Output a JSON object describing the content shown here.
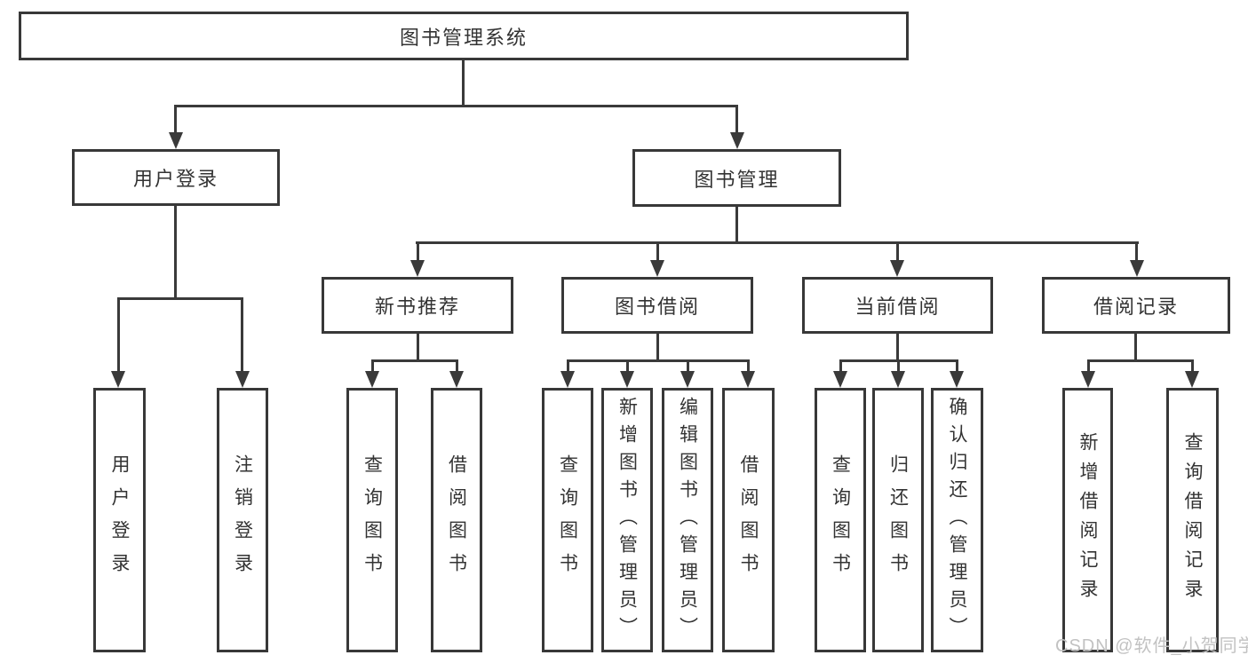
{
  "nodes": {
    "root": {
      "label": "图书管理系统"
    },
    "user_login": {
      "label": "用户登录"
    },
    "book_mgmt": {
      "label": "图书管理"
    },
    "new_book_rec": {
      "label": "新书推荐"
    },
    "book_borrow": {
      "label": "图书借阅"
    },
    "current_borrow": {
      "label": "当前借阅"
    },
    "borrow_records": {
      "label": "借阅记录"
    },
    "leaf_user_login": {
      "label": "用户登录"
    },
    "leaf_logout": {
      "label": "注销登录"
    },
    "leaf_query_book_rec": {
      "label": "查询图书"
    },
    "leaf_borrow_book_rec": {
      "label": "借阅图书"
    },
    "leaf_query_book_borrow": {
      "label": "查询图书"
    },
    "leaf_add_book_admin": {
      "label": "新增图书（管理员）"
    },
    "leaf_edit_book_admin": {
      "label": "编辑图书（管理员）"
    },
    "leaf_borrow_book_borrow": {
      "label": "借阅图书"
    },
    "leaf_query_book_current": {
      "label": "查询图书"
    },
    "leaf_return_book": {
      "label": "归还图书"
    },
    "leaf_confirm_return_admin": {
      "label": "确认归还（管理员）"
    },
    "leaf_add_borrow_record": {
      "label": "新增借阅记录"
    },
    "leaf_query_borrow_record": {
      "label": "查询借阅记录"
    }
  },
  "hierarchy": {
    "root": "图书管理系统",
    "children": [
      {
        "label": "用户登录",
        "children": [
          "用户登录",
          "注销登录"
        ]
      },
      {
        "label": "图书管理",
        "children": [
          {
            "label": "新书推荐",
            "children": [
              "查询图书",
              "借阅图书"
            ]
          },
          {
            "label": "图书借阅",
            "children": [
              "查询图书",
              "新增图书（管理员）",
              "编辑图书（管理员）",
              "借阅图书"
            ]
          },
          {
            "label": "当前借阅",
            "children": [
              "查询图书",
              "归还图书",
              "确认归还（管理员）"
            ]
          },
          {
            "label": "借阅记录",
            "children": [
              "新增借阅记录",
              "查询借阅记录"
            ]
          }
        ]
      }
    ]
  },
  "watermark": {
    "text": "CSDN @软件_小贺同学"
  },
  "colors": {
    "background": "#ffffff",
    "node_border": "#383838",
    "line": "#3a3a3a",
    "text": "#333333",
    "watermark": "#c2c2c2"
  }
}
